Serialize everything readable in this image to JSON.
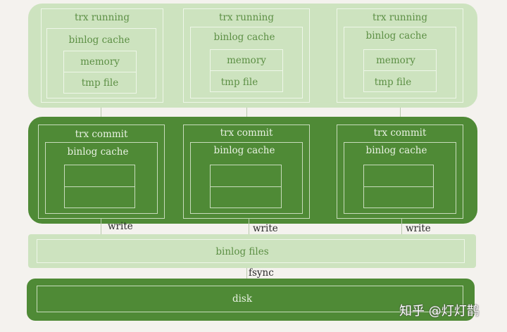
{
  "running_columns": [
    {
      "header": "trx running",
      "cache": "binlog cache",
      "memory": "memory",
      "tmp": "tmp file"
    },
    {
      "header": "trx running",
      "cache": "binlog cache",
      "memory": "memory",
      "tmp": "tmp file"
    },
    {
      "header": "trx running",
      "cache": "binlog cache",
      "memory": "memory",
      "tmp": "tmp file"
    }
  ],
  "commit_columns": [
    {
      "header": "trx commit",
      "cache": "binlog cache"
    },
    {
      "header": "trx commit",
      "cache": "binlog cache"
    },
    {
      "header": "trx commit",
      "cache": "binlog cache"
    }
  ],
  "write_labels": [
    "write",
    "write",
    "write"
  ],
  "binlog_files_label": "binlog files",
  "fsync_label": "fsync",
  "disk_label": "disk",
  "watermark": "知乎 @灯灯鹊"
}
